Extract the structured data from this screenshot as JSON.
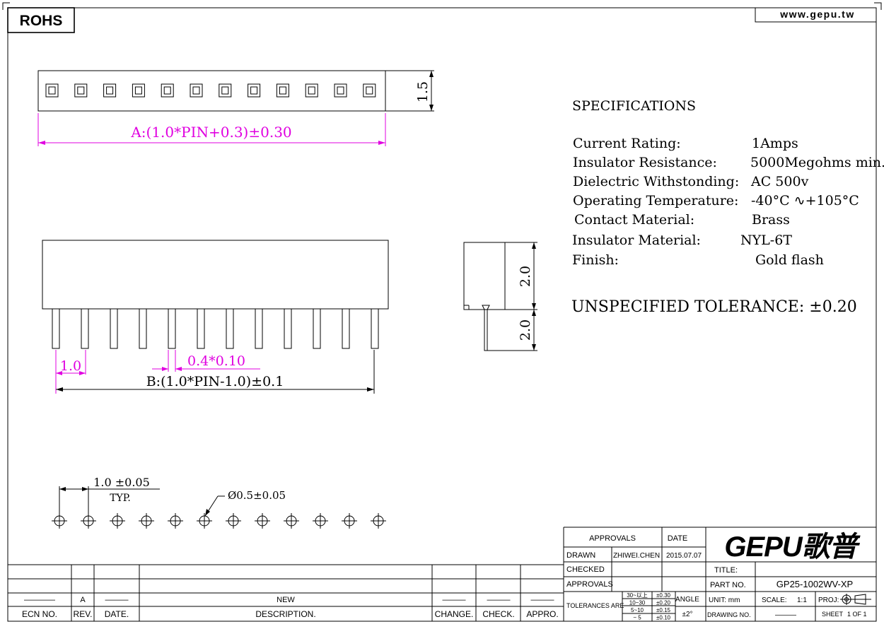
{
  "header": {
    "rohs": "ROHS",
    "website": "www.gepu.tw"
  },
  "top_view": {
    "length_dim": "A:(1.0*PIN+0.3)±0.30",
    "height_dim": "1.5"
  },
  "front_view": {
    "pitch_dim": "1.0",
    "pin_dim": "0.4*0.10",
    "span_dim": "B:(1.0*PIN-1.0)±0.1"
  },
  "side_view": {
    "body_dim": "2.0",
    "pin_dim": "2.0"
  },
  "pcb_layout": {
    "pitch_dim": "1.0 ±0.05",
    "typ": "TYP.",
    "hole_dim": "Ø0.5±0.05"
  },
  "specifications": {
    "heading": "SPECIFICATIONS",
    "rows": [
      {
        "label": "Current Rating:",
        "value": "1Amps"
      },
      {
        "label": "Insulator Resistance:",
        "value": "5000Megohms min."
      },
      {
        "label": "Dielectric Withstonding:",
        "value": "AC 500v"
      },
      {
        "label": "Operating Temperature:",
        "value": "-40°C ∿+105°C"
      },
      {
        "label": "Contact Material:",
        "value": "Brass"
      },
      {
        "label": "Insulator Material:",
        "value": "NYL-6T"
      },
      {
        "label": "Finish:",
        "value": "Gold  flash"
      }
    ],
    "tolerance": "UNSPECIFIED TOLERANCE: ±0.20"
  },
  "revision_table": {
    "headers": [
      "ECN NO.",
      "REV.",
      "DATE.",
      "DESCRIPTION.",
      "CHANGE.",
      "CHECK.",
      "APPRO."
    ],
    "row": [
      "————",
      "A",
      "———",
      "NEW",
      "———",
      "———",
      "———"
    ]
  },
  "title_block": {
    "approvals_header": "APPROVALS",
    "date_header": "DATE",
    "drawn_label": "DRAWN",
    "drawn_by": "ZHIWEI.CHEN",
    "drawn_date": "2015.07.07",
    "checked_label": "CHECKED",
    "approvals_label": "APPROVALS",
    "logo": "GEPU歌普",
    "title_label": "TITLE:",
    "part_no_label": "PART NO.",
    "part_no": "GP25-1002WV-XP",
    "tolerances_label": "TOLERANCES ARE",
    "tol_ranges": [
      "30~以上",
      "10~30",
      "5~10",
      "~ 5"
    ],
    "tol_values": [
      "±0.30",
      "±0.20",
      "±0.15",
      "±0.10"
    ],
    "angle_label": "ANGLE",
    "angle_value": "±2°",
    "unit_label": "UNIT: mm",
    "scale_label": "SCALE:",
    "scale_value": "1:1",
    "proj_label": "PROJ:",
    "drawing_no_label": "DRAWING NO.",
    "drawing_no": "———",
    "sheet_label": "SHEET",
    "sheet_value": "1 OF 1"
  },
  "colors": {
    "dimension": "#e000e0",
    "line": "#000000"
  }
}
